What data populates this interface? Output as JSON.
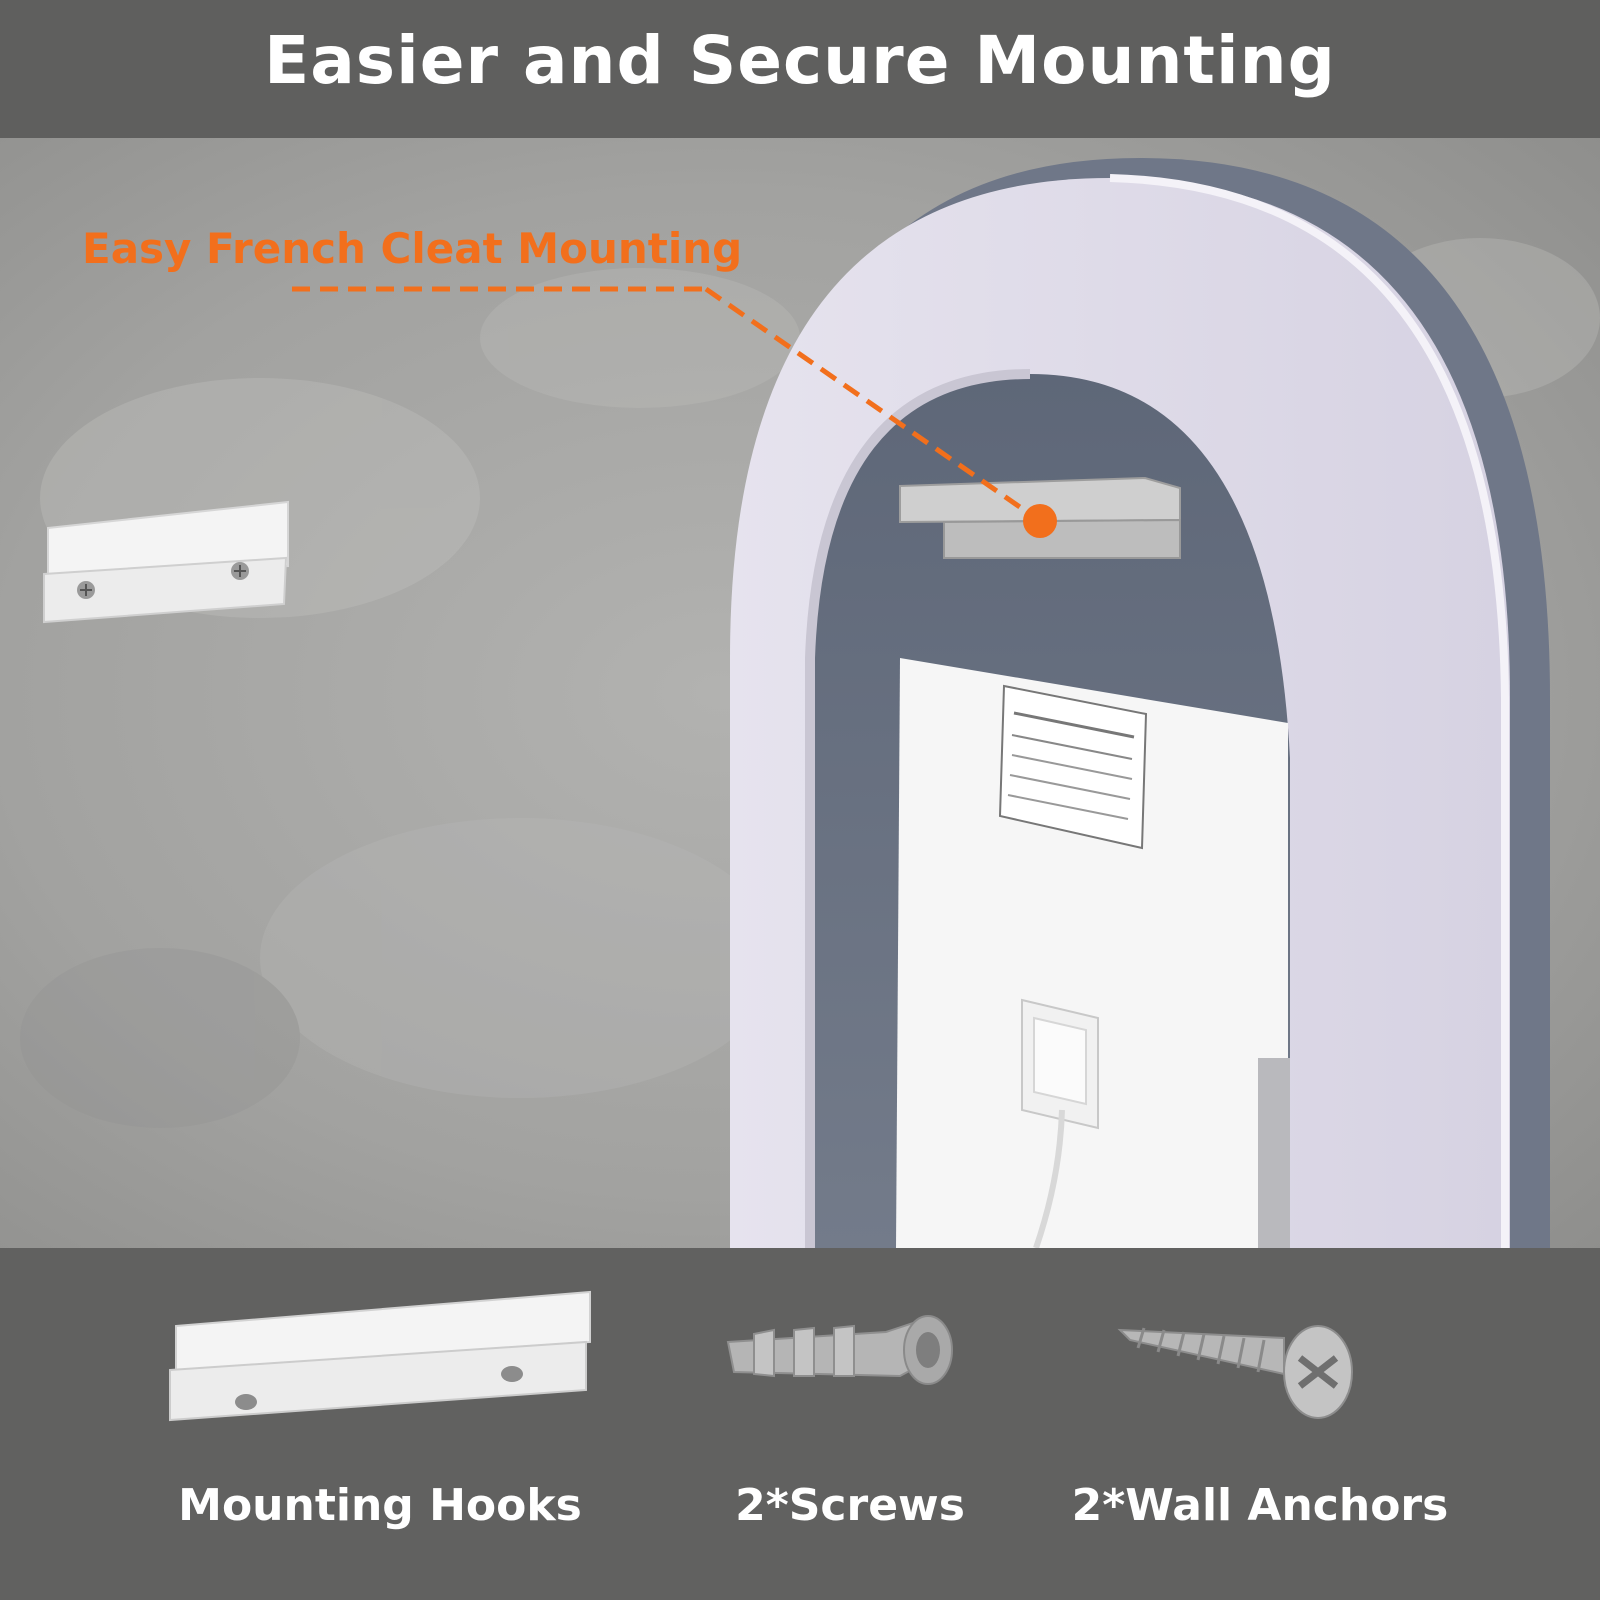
{
  "header": {
    "title": "Easier and Secure Mounting"
  },
  "callout": {
    "label": "Easy French Cleat Mounting",
    "color": "#f26f1c"
  },
  "parts": [
    {
      "label": "Mounting Hooks",
      "icon": "mounting-hook-icon"
    },
    {
      "label": "2*Screws",
      "icon": "wall-anchor-icon"
    },
    {
      "label": "2*Wall Anchors",
      "icon": "screw-icon"
    }
  ],
  "colors": {
    "header_bg": "#5f5f5e",
    "footer_bg": "#616160",
    "wall": "#a3a3a1",
    "mirror_frame": "#dcd8e6",
    "mirror_back": "#6d7585"
  }
}
